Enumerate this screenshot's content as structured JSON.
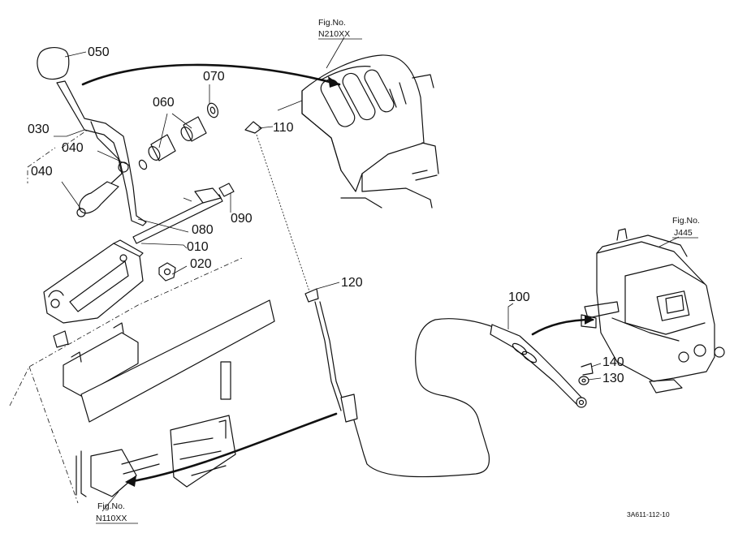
{
  "parts": [
    {
      "id": "p050",
      "label": "050"
    },
    {
      "id": "p070",
      "label": "070"
    },
    {
      "id": "p060",
      "label": "060"
    },
    {
      "id": "p030",
      "label": "030"
    },
    {
      "id": "p040a",
      "label": "040"
    },
    {
      "id": "p040b",
      "label": "040"
    },
    {
      "id": "p110",
      "label": "110"
    },
    {
      "id": "p080",
      "label": "080"
    },
    {
      "id": "p090",
      "label": "090"
    },
    {
      "id": "p010",
      "label": "010"
    },
    {
      "id": "p020",
      "label": "020"
    },
    {
      "id": "p120",
      "label": "120"
    },
    {
      "id": "p100",
      "label": "100"
    },
    {
      "id": "p140",
      "label": "140"
    },
    {
      "id": "p130",
      "label": "130"
    }
  ],
  "figure_refs": [
    {
      "id": "n210",
      "caption": "Fig.No.",
      "number": "N210XX"
    },
    {
      "id": "j445",
      "caption": "Fig.No.",
      "number": "J445"
    },
    {
      "id": "n110",
      "caption": "Fig.No.",
      "number": "N110XX"
    }
  ],
  "drawing_code": "3A611-112-10"
}
